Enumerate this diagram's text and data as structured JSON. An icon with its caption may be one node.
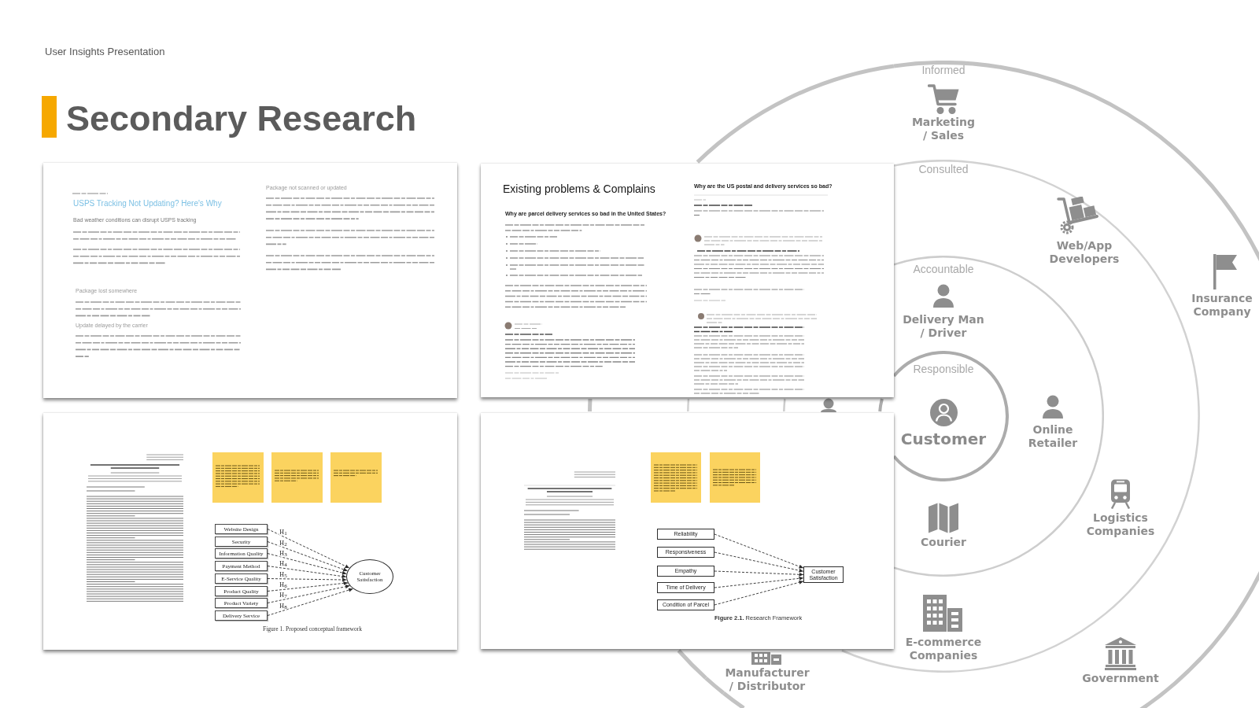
{
  "diagram": {
    "title": "Secondary Research",
    "nodes": [
      {
        "text": [
          "USPS Tracking Not Updating? Here's Why",
          "Bad weather conditions can disrupt USPS tracking",
          "Package lost somewhere",
          "Update delayed by the carrier",
          "Package not scanned or updated"
        ]
      },
      {
        "text": [
          "Existing problems & Complains",
          "Why are parcel delivery services so bad in the United States?",
          "Why are the US postal and delivery services so bad?"
        ]
      },
      {
        "text": [
          "Figure 1. Proposed conceptual framework"
        ]
      },
      {
        "text": [
          "Website Design"
        ],
        "in": 2
      },
      {
        "text": [
          "Security"
        ],
        "in": 2
      },
      {
        "text": [
          "Information Quality"
        ],
        "in": 2
      },
      {
        "text": [
          "Payment Method"
        ],
        "in": 2
      },
      {
        "text": [
          "E-Service Quality"
        ],
        "in": 2
      },
      {
        "text": [
          "Product Quality"
        ],
        "in": 2
      },
      {
        "text": [
          "Product Variety"
        ],
        "in": 2
      },
      {
        "text": [
          "Delivery Service"
        ],
        "in": 2
      },
      {
        "text": [
          "Customer Satisfaction"
        ],
        "in": 2
      },
      {
        "text": [
          "**Figure 2.1.** Research Framework"
        ]
      },
      {
        "text": [
          "Reliability"
        ],
        "in": 12
      },
      {
        "text": [
          "Responsiveness"
        ],
        "in": 12
      },
      {
        "text": [
          "Empathy"
        ],
        "in": 12
      },
      {
        "text": [
          "Time of Delivery"
        ],
        "in": 12
      },
      {
        "text": [
          "Condition of Parcel"
        ],
        "in": 12
      },
      {
        "text": [
          "Customer Satisfaction"
        ],
        "in": 12
      },
      {
        "text": [
          "Informed",
          "Marketing / Sales",
          "Insurance Company",
          "Government"
        ]
      },
      {
        "text": [
          "Consulted",
          "Web/App Developers",
          "Logistics Companies",
          "E-commerce Companies"
        ],
        "in": 19
      },
      {
        "text": [
          "Accountable",
          "Delivery Man / Driver",
          "Online Retailer",
          "Courier"
        ],
        "in": 20
      },
      {
        "text": [
          "Responsible",
          "Customer"
        ],
        "in": 21
      }
    ],
    "edges": [
      {
        "from": 3,
        "to": 11,
        "arrow": "to",
        "style": "dashed",
        "label": "H$_{1}$"
      },
      {
        "from": 4,
        "to": 11,
        "arrow": "to",
        "style": "dashed",
        "label": "H$_{2}$"
      },
      {
        "from": 5,
        "to": 11,
        "arrow": "to",
        "style": "dashed",
        "label": "H$_{3}$"
      },
      {
        "from": 6,
        "to": 11,
        "arrow": "to",
        "style": "dashed",
        "label": "H$_{4}$"
      },
      {
        "from": 7,
        "to": 11,
        "arrow": "to",
        "style": "dashed",
        "label": "H$_{5}$"
      },
      {
        "from": 8,
        "to": 11,
        "arrow": "to",
        "style": "dashed",
        "label": "H$_{6}$"
      },
      {
        "from": 9,
        "to": 11,
        "arrow": "to",
        "style": "dashed",
        "label": "H$_{7}$"
      },
      {
        "from": 10,
        "to": 11,
        "arrow": "to",
        "style": "dashed",
        "label": "H$_{8}$"
      },
      {
        "from": 13,
        "to": 18,
        "arrow": "to",
        "style": "dashed"
      },
      {
        "from": 14,
        "to": 18,
        "arrow": "to",
        "style": "dashed"
      },
      {
        "from": 15,
        "to": 18,
        "arrow": "to",
        "style": "dashed"
      },
      {
        "from": 16,
        "to": 18,
        "arrow": "to",
        "style": "dashed"
      },
      {
        "from": 17,
        "to": 18,
        "arrow": "to",
        "style": "dashed"
      }
    ],
    "labels": [
      "User Insights Presentation",
      "Manufacturer / Distributor"
    ]
  }
}
